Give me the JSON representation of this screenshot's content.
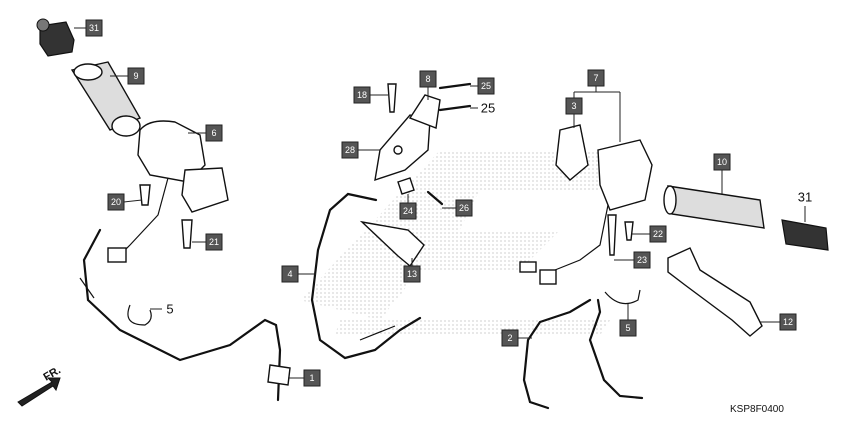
{
  "diagram_code": "KSP8F0400",
  "fr_label": "FR.",
  "callouts": [
    {
      "id": "c31a",
      "label": "31",
      "style": "box"
    },
    {
      "id": "c9",
      "label": "9",
      "style": "box"
    },
    {
      "id": "c6",
      "label": "6",
      "style": "box"
    },
    {
      "id": "c20",
      "label": "20",
      "style": "box"
    },
    {
      "id": "c21",
      "label": "21",
      "style": "box"
    },
    {
      "id": "c5a",
      "label": "5",
      "style": "plain"
    },
    {
      "id": "c1",
      "label": "1",
      "style": "box"
    },
    {
      "id": "c18",
      "label": "18",
      "style": "box"
    },
    {
      "id": "c8",
      "label": "8",
      "style": "box"
    },
    {
      "id": "c25a",
      "label": "25",
      "style": "box"
    },
    {
      "id": "c25b",
      "label": "25",
      "style": "plain"
    },
    {
      "id": "c28",
      "label": "28",
      "style": "box"
    },
    {
      "id": "c24",
      "label": "24",
      "style": "box"
    },
    {
      "id": "c26",
      "label": "26",
      "style": "box"
    },
    {
      "id": "c13",
      "label": "13",
      "style": "box"
    },
    {
      "id": "c4",
      "label": "4",
      "style": "box"
    },
    {
      "id": "c7",
      "label": "7",
      "style": "box"
    },
    {
      "id": "c3",
      "label": "3",
      "style": "box"
    },
    {
      "id": "c10",
      "label": "10",
      "style": "box"
    },
    {
      "id": "c31b",
      "label": "31",
      "style": "plain"
    },
    {
      "id": "c22",
      "label": "22",
      "style": "box"
    },
    {
      "id": "c23",
      "label": "23",
      "style": "box"
    },
    {
      "id": "c12",
      "label": "12",
      "style": "box"
    },
    {
      "id": "c5b",
      "label": "5",
      "style": "box"
    },
    {
      "id": "c2",
      "label": "2",
      "style": "box"
    }
  ]
}
